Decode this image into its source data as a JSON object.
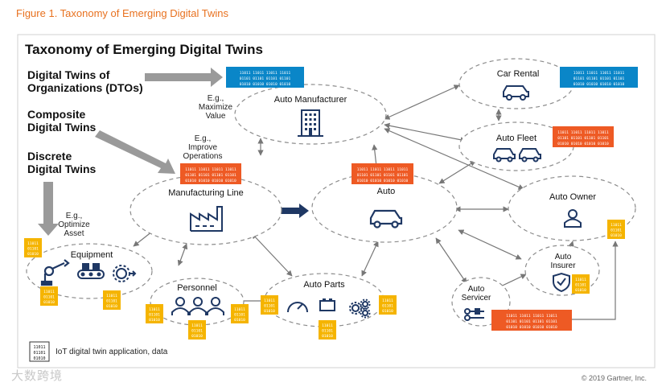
{
  "caption": "Figure 1. Taxonomy of Emerging Digital Twins",
  "title": "Taxonomy of Emerging Digital Twins",
  "categories": {
    "dto_line1": "Digital Twins of",
    "dto_line2": "Organizations (DTOs)",
    "composite_line1": "Composite",
    "composite_line2": "Digital Twins",
    "discrete_line1": "Discrete",
    "discrete_line2": "Digital Twins"
  },
  "examples": {
    "maximize": [
      "E.g.,",
      "Maximize",
      "Value"
    ],
    "improve": [
      "E.g.,",
      "Improve",
      "Operations"
    ],
    "optimize": [
      "E.g.,",
      "Optimize",
      "Asset"
    ]
  },
  "nodes": {
    "auto_manufacturer": "Auto Manufacturer",
    "manufacturing_line": "Manufacturing Line",
    "equipment": "Equipment",
    "personnel": "Personnel",
    "auto_parts": "Auto Parts",
    "auto": "Auto",
    "car_rental": "Car Rental",
    "auto_fleet": "Auto Fleet",
    "auto_owner": "Auto Owner",
    "auto_insurer": [
      "Auto",
      "Insurer"
    ],
    "auto_servicer": [
      "Auto",
      "Servicer"
    ]
  },
  "data_block": {
    "wide": [
      "11011 11011 11011 11011",
      "01101 01101 01101 01101",
      "01010 01010 01010 01010"
    ],
    "small": [
      "11011",
      "01101",
      "01010"
    ]
  },
  "legend": "IoT digital twin application, data",
  "copyright": "© 2019 Gartner, Inc.",
  "watermark": "大数跨境",
  "colors": {
    "caption": "#e8711f",
    "blue_block": "#0a86c8",
    "orange_block": "#ee5a24",
    "yellow_block": "#f5b400",
    "icon": "#1f3864",
    "arrow_gray": "#9a9a9a",
    "dashed_border": "#8c8c8c"
  }
}
